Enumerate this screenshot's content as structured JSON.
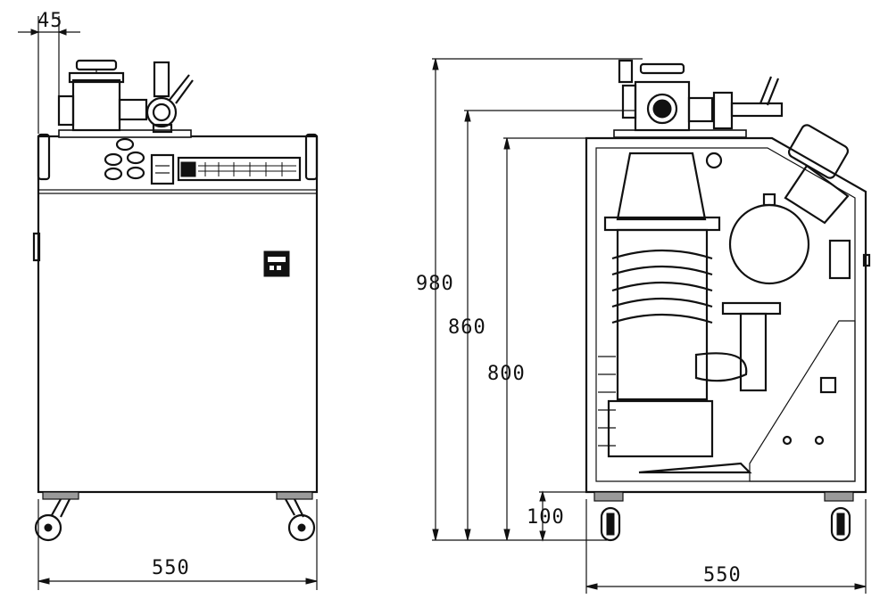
{
  "diagram": {
    "front_view": {
      "dim_top_offset": "45",
      "dim_width": "550"
    },
    "side_view": {
      "dim_total_height": "980",
      "dim_flange_height": "860",
      "dim_body_height": "800",
      "dim_clearance": "100",
      "dim_width": "550"
    }
  }
}
